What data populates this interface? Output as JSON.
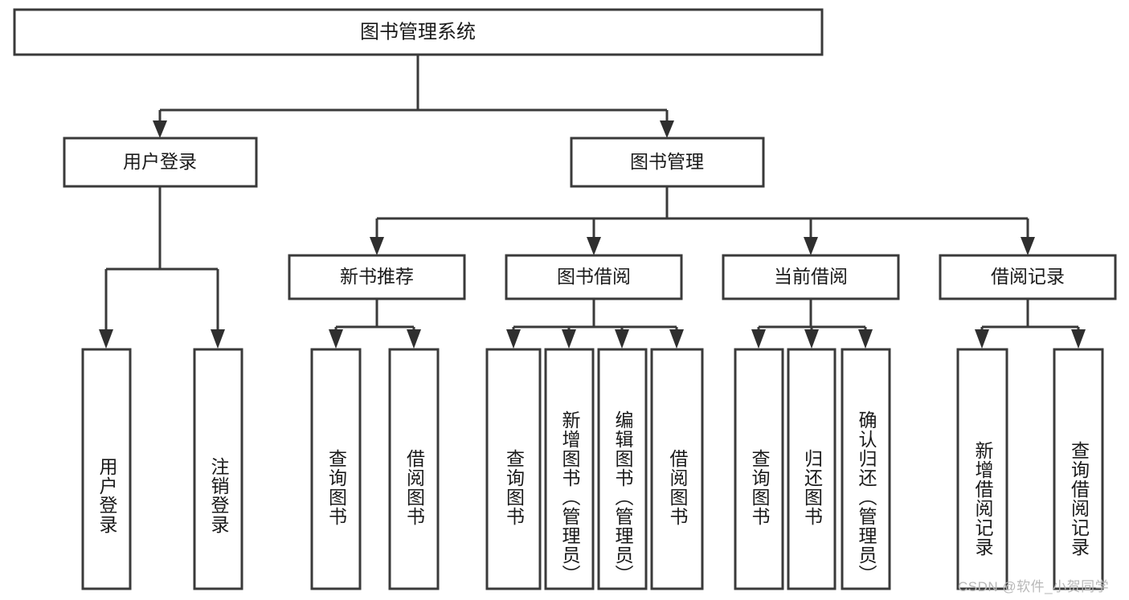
{
  "diagram": {
    "type": "tree-hierarchy",
    "title": "图书管理系统",
    "colors": {
      "box_stroke": "#3a3a3a",
      "box_fill": "#ffffff",
      "connector": "#3a3a3a",
      "text": "#1a1a1a",
      "watermark": "#b8b8b8",
      "background": "#ffffff"
    },
    "root": {
      "label": "图书管理系统"
    },
    "level2": [
      {
        "label": "用户登录"
      },
      {
        "label": "图书管理"
      }
    ],
    "level3": [
      {
        "label": "新书推荐"
      },
      {
        "label": "图书借阅"
      },
      {
        "label": "当前借阅"
      },
      {
        "label": "借阅记录"
      }
    ],
    "leaves": {
      "user_login": [
        {
          "label": "用户登录"
        },
        {
          "label": "注销登录"
        }
      ],
      "new_book_recommend": [
        {
          "label": "查询图书"
        },
        {
          "label": "借阅图书"
        }
      ],
      "book_borrow": [
        {
          "label": "查询图书"
        },
        {
          "label": "新增图书（管理员）"
        },
        {
          "label": "编辑图书（管理员）"
        },
        {
          "label": "借阅图书"
        }
      ],
      "current_borrow": [
        {
          "label": "查询图书"
        },
        {
          "label": "归还图书"
        },
        {
          "label": "确认归还（管理员）"
        }
      ],
      "borrow_record": [
        {
          "label": "新增借阅记录"
        },
        {
          "label": "查询借阅记录"
        }
      ]
    }
  },
  "watermark": {
    "text": "CSDN @软件_小贺同学"
  }
}
